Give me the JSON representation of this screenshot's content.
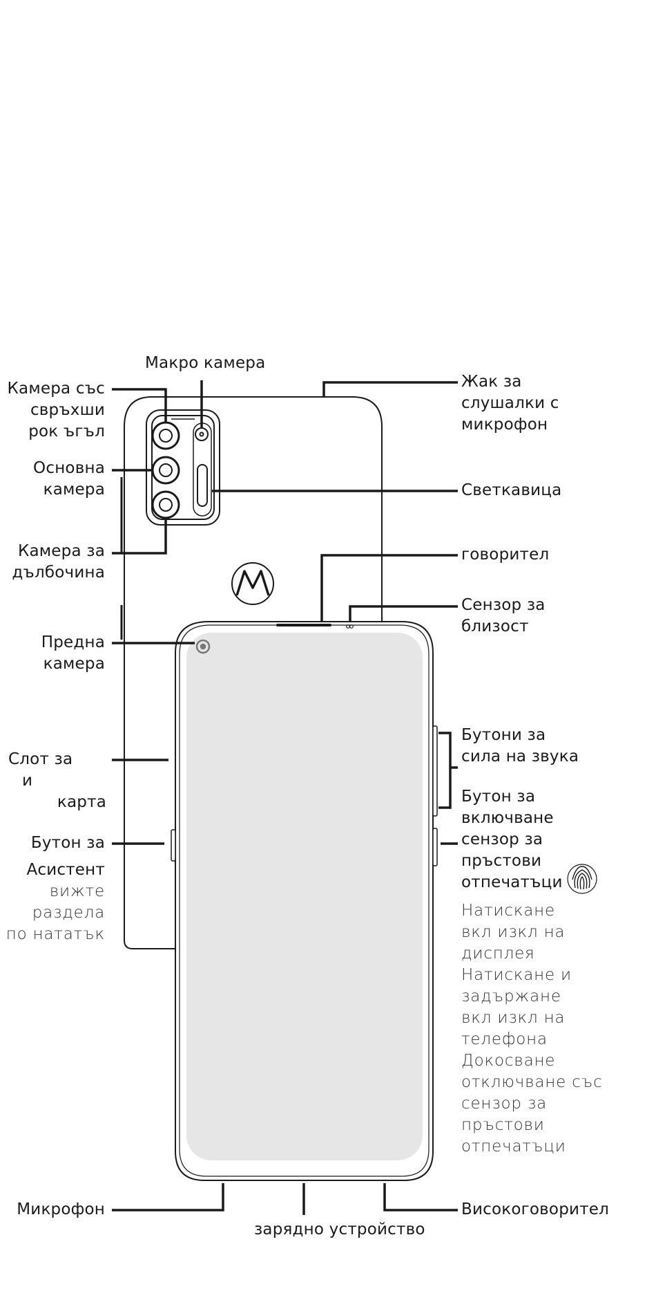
{
  "labels": {
    "macro_camera": "Макро камера",
    "ultrawide_camera": [
      "Камера със",
      "свръхши",
      "рок ъгъл"
    ],
    "main_camera": [
      "Основна",
      "камера"
    ],
    "depth_camera": [
      "Камера за",
      "дълбочина"
    ],
    "front_camera": [
      "Предна",
      "камера"
    ],
    "card_slot": [
      "Слот за",
      "и",
      "карта"
    ],
    "assistant_button": [
      "Бутон за",
      "Асистент"
    ],
    "assistant_desc": [
      "вижте",
      "раздела",
      "по натaтък"
    ],
    "microphone": "Микрофон",
    "charger": "зарядно устройство",
    "headphone_jack": [
      "Жак за",
      "слушалки с",
      "микрофон"
    ],
    "flash": "Светкавица",
    "earpiece": "говорител",
    "proximity_sensor": [
      "Сензор за",
      "близост"
    ],
    "volume_buttons": [
      "Бутони за",
      "сила на звука"
    ],
    "power_button": [
      "Бутон за",
      "включване",
      "сензор за",
      "пръстови",
      "отпечатъци"
    ],
    "power_desc": [
      "Натискане",
      "вкл  изкл на",
      "дисплея",
      "Натискане и",
      "задържане",
      "вкл  изкл на",
      "телефона",
      "Докосване",
      "отключване със",
      "сензор за",
      "пръстови",
      "отпечатъци"
    ],
    "speaker": "Високоговорител"
  },
  "icons": {
    "brand_logo": "motorola-logo",
    "fingerprint": "fingerprint-icon"
  },
  "colors": {
    "outline": "#1a1a1a",
    "screen": "#e6e6e6",
    "shadow": "#4a4a4a"
  }
}
